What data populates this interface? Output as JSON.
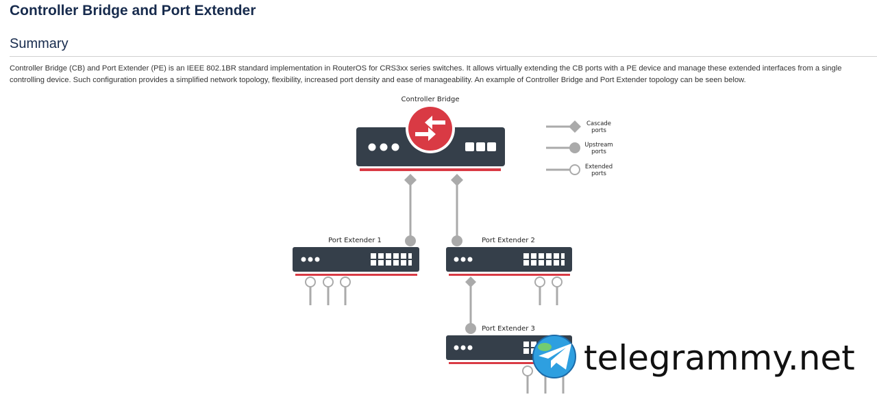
{
  "page": {
    "title": "Controller Bridge and Port Extender",
    "section_heading": "Summary",
    "summary_text": "Controller Bridge (CB) and Port Extender (PE) is an IEEE 802.1BR standard implementation in RouterOS for CRS3xx series switches. It allows virtually extending the CB ports with a PE device and manage these extended interfaces from a single controlling device. Such configuration provides a simplified network topology, flexibility, increased port density and ease of manageability. An example of Controller Bridge and Port Extender topology can be seen below."
  },
  "diagram": {
    "controller_label": "Controller Bridge",
    "pe1_label": "Port Extender 1",
    "pe2_label": "Port Extender 2",
    "pe3_label": "Port Extender 3",
    "legend": {
      "cascade_l1": "Cascade",
      "cascade_l2": "ports",
      "upstream_l1": "Upstream",
      "upstream_l2": "ports",
      "extended_l1": "Extended",
      "extended_l2": "ports"
    },
    "colors": {
      "device": "#353f4a",
      "accent": "#d93a44",
      "link": "#aaaaaa",
      "port_fill": "#ffffff"
    }
  },
  "watermark": {
    "text": "telegrammy.net",
    "icon": "telegram-logo-icon"
  }
}
